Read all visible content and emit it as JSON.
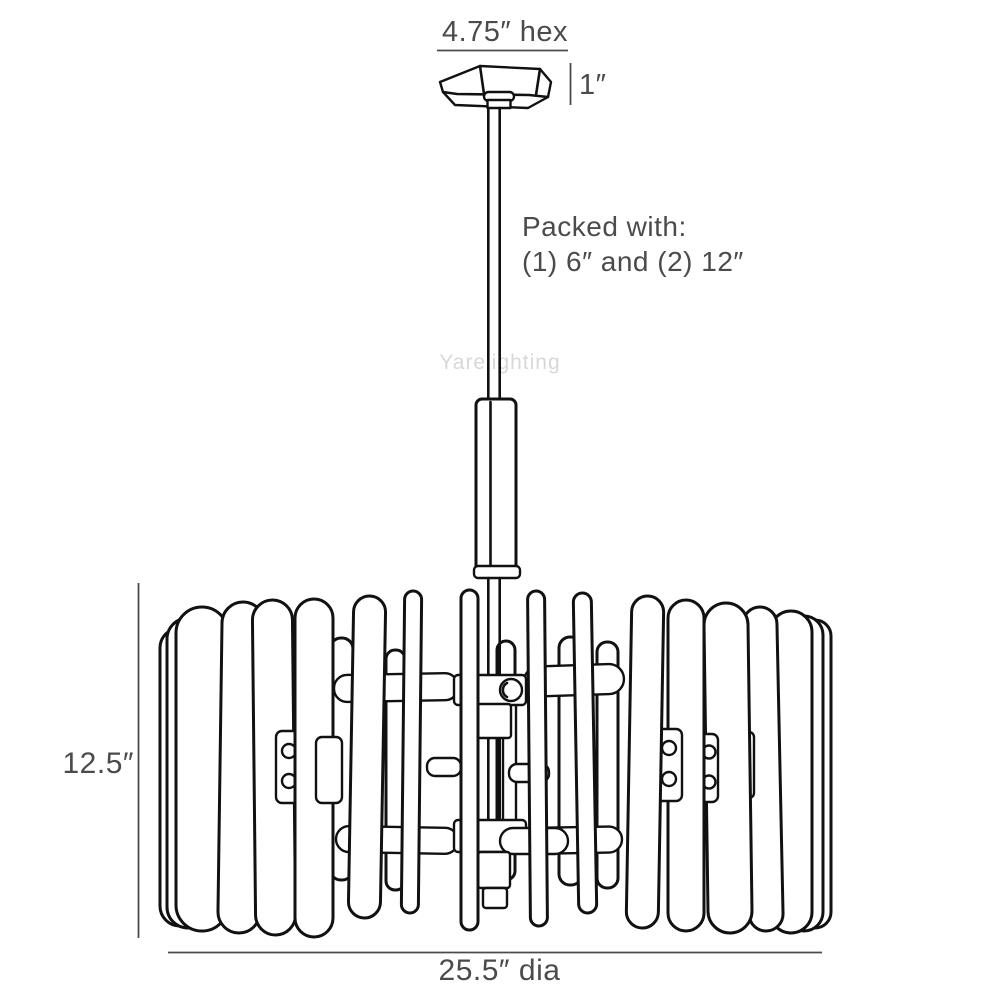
{
  "page": {
    "background": "#ffffff",
    "drawing_color": "#111111",
    "dimension_color": "#4b4b4b",
    "watermark_color": "#d8d8d8"
  },
  "diagram": {
    "subject": "drum chandelier dimension line drawing",
    "watermark": "Yarelighting",
    "dimensions": {
      "canopy_width": "4.75″ hex",
      "canopy_height": "1″",
      "shade_height": "12.5″",
      "shade_diameter": "25.5″ dia"
    },
    "notes": {
      "packed_line1": "Packed with:",
      "packed_line2": "(1) 6″ and (2) 12″"
    }
  }
}
